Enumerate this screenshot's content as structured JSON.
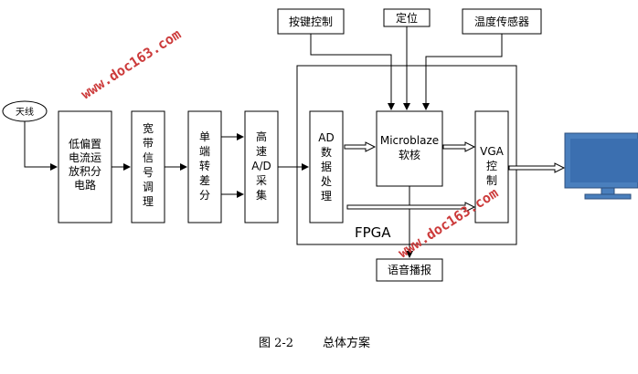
{
  "blocks": {
    "antenna": "天线",
    "opamp": [
      "低偏置",
      "电流运",
      "放积分",
      "电路"
    ],
    "wideband": [
      "宽",
      "带",
      "信",
      "号",
      "调",
      "理"
    ],
    "single_to_diff": [
      "单",
      "端",
      "转",
      "差",
      "分"
    ],
    "adc": [
      "高",
      "速",
      "A/D",
      "采",
      "集"
    ],
    "ad_processing": [
      "AD",
      "数",
      "据",
      "处",
      "理"
    ],
    "microblaze": [
      "Microblaze",
      "软核"
    ],
    "vga_ctrl": [
      "VGA",
      "控",
      "制"
    ],
    "fpga": "FPGA",
    "key_ctrl": "按键控制",
    "locate": "定位",
    "temp_sensor": "温度传感器",
    "voice": "语音播报"
  },
  "watermark": "www.doc163.com",
  "caption": {
    "number": "图 2-2",
    "title": "总体方案"
  },
  "colors": {
    "line": "#000000",
    "monitor_fill": "#4a7fbd",
    "monitor_screen": "#3b6fb0",
    "watermark": "#cc3a3a"
  }
}
